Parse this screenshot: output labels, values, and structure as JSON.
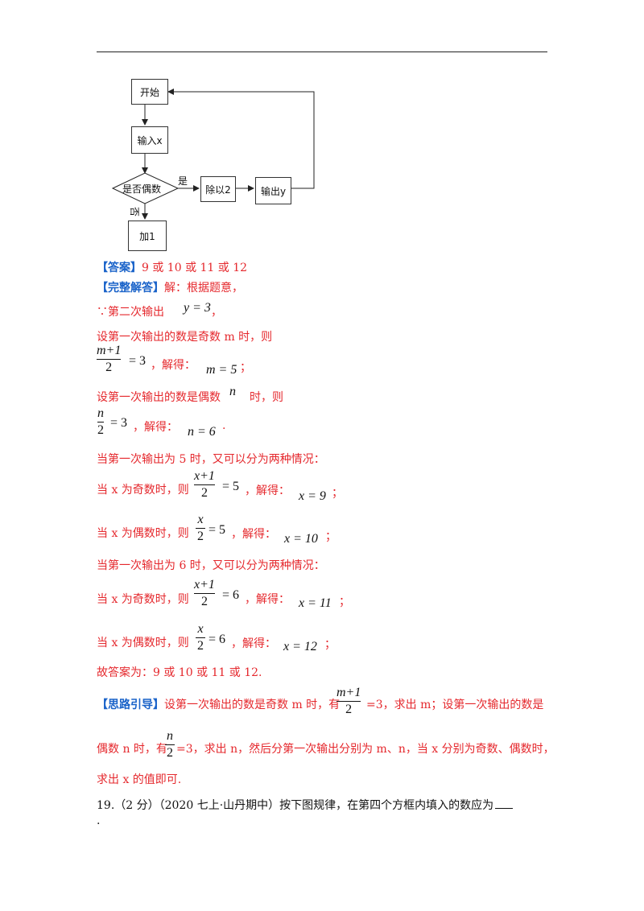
{
  "flowchart": {
    "start": "开始",
    "input": "输入x",
    "decision": "是否偶数",
    "yes": "是",
    "no": "否",
    "divide": "除以2",
    "output": "输出y",
    "add": "加1"
  },
  "answer": {
    "label": "【答案】",
    "text": "9 或 10 或 11 或 12"
  },
  "solution": {
    "label": "【完整解答】",
    "intro": "解：根据题意，",
    "l1_pre": "∵第二次输出",
    "l1_math": "y = 3",
    "l1_post": "，",
    "l2": "设第一次输出的数是奇数 m 时，则",
    "l3_num": "m+1",
    "l3_den": "2",
    "l3_eq": "= 3",
    "l3_mid": "，解得：",
    "l3_res": "m = 5",
    "l3_end": "；",
    "l4_pre": "设第一次输出的数是偶数",
    "l4_var": "n",
    "l4_post": "时，则",
    "l5_num": "n",
    "l5_den": "2",
    "l5_eq": "= 3",
    "l5_mid": "，解得：",
    "l5_res": "n = 6",
    "l5_end": ".",
    "l6": "当第一次输出为 5 时，又可以分为两种情况：",
    "l7_pre": "当 x 为奇数时，则",
    "l7_num": "x+1",
    "l7_den": "2",
    "l7_eq": "= 5",
    "l7_mid": "，解得：",
    "l7_res": "x = 9",
    "l7_end": "；",
    "l8_pre": "当 x 为偶数时，则",
    "l8_num": "x",
    "l8_den": "2",
    "l8_eq": "= 5",
    "l8_mid": "，解得：",
    "l8_res": "x = 10",
    "l8_end": "；",
    "l9": "当第一次输出为 6 时，又可以分为两种情况：",
    "l10_pre": "当 x 为奇数时，则",
    "l10_num": "x+1",
    "l10_den": "2",
    "l10_eq": "= 6",
    "l10_mid": "，解得：",
    "l10_res": "x = 11",
    "l10_end": "；",
    "l11_pre": "当 x 为偶数时，则",
    "l11_num": "x",
    "l11_den": "2",
    "l11_eq": "= 6",
    "l11_mid": "，解得：",
    "l11_res": "x = 12",
    "l11_end": "；",
    "conclusion": "故答案为：9 或 10 或 11 或 12."
  },
  "hint": {
    "label": "【思路引导】",
    "a_pre": "设第一次输出的数是奇数 m 时，有",
    "a_num": "m+1",
    "a_den": "2",
    "a_post": "=3，求出 m；设第一次输出的数是",
    "b_pre": "偶数 n 时，有",
    "b_num": "n",
    "b_den": "2",
    "b_post": "=3，求出 n，然后分第一次输出分别为 m、n，当 x 分别为奇数、偶数时，",
    "c": "求出 x 的值即可."
  },
  "question": {
    "text": "19.（2 分）（2020 七上·山丹期中）按下图规律，在第四个方框内填入的数应为",
    "dot": "."
  }
}
